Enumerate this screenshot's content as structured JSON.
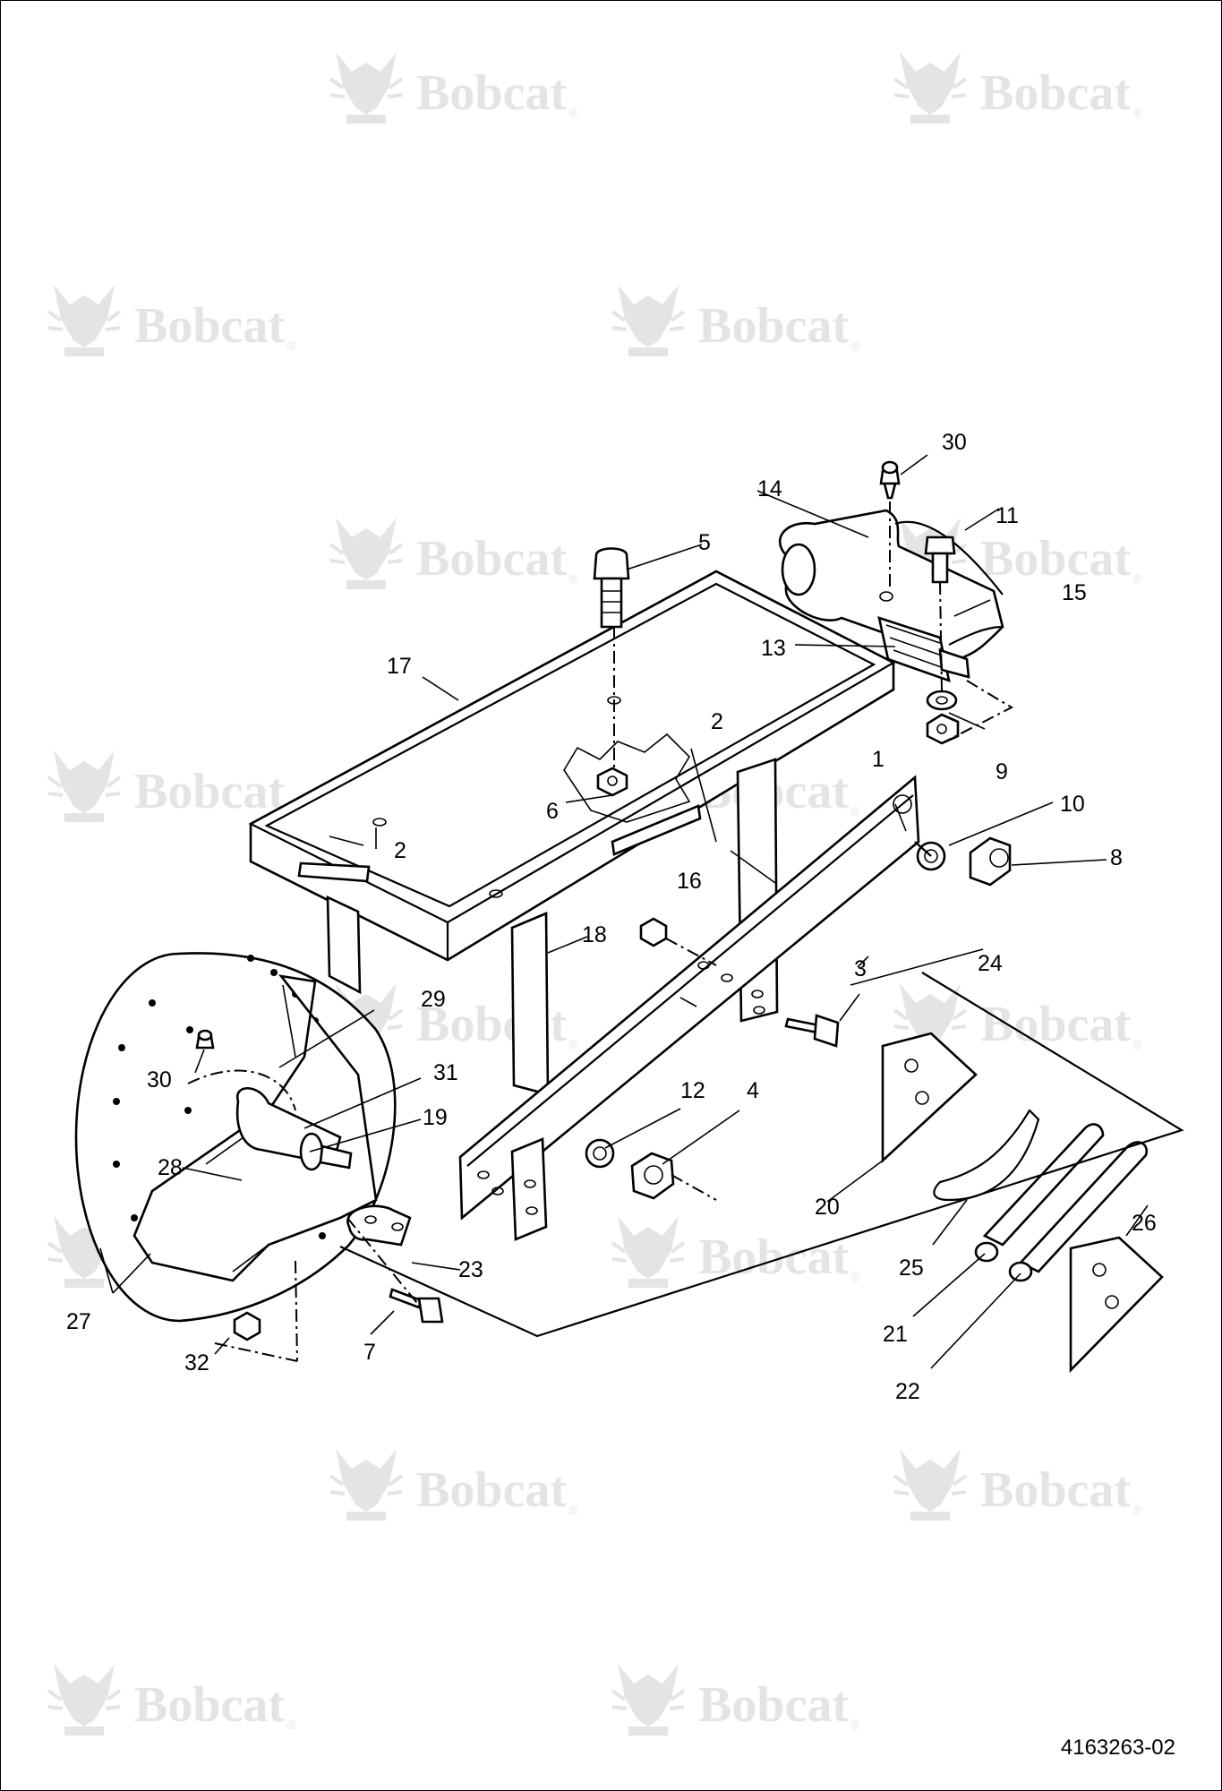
{
  "watermark": {
    "brand": "Bobcat",
    "reg": "®",
    "color": "#e4e4e4"
  },
  "document_number": "4163263-02",
  "icons": {
    "watermark": "bobcat-logo-icon"
  },
  "callouts": [
    {
      "id": "c1",
      "label": "1"
    },
    {
      "id": "c2a",
      "label": "2"
    },
    {
      "id": "c2b",
      "label": "2"
    },
    {
      "id": "c3",
      "label": "3"
    },
    {
      "id": "c4",
      "label": "4"
    },
    {
      "id": "c5",
      "label": "5"
    },
    {
      "id": "c6",
      "label": "6"
    },
    {
      "id": "c7",
      "label": "7"
    },
    {
      "id": "c8",
      "label": "8"
    },
    {
      "id": "c9",
      "label": "9"
    },
    {
      "id": "c10",
      "label": "10"
    },
    {
      "id": "c11",
      "label": "11"
    },
    {
      "id": "c12",
      "label": "12"
    },
    {
      "id": "c13",
      "label": "13"
    },
    {
      "id": "c14",
      "label": "14"
    },
    {
      "id": "c15",
      "label": "15"
    },
    {
      "id": "c16",
      "label": "16"
    },
    {
      "id": "c17",
      "label": "17"
    },
    {
      "id": "c18",
      "label": "18"
    },
    {
      "id": "c19",
      "label": "19"
    },
    {
      "id": "c20",
      "label": "20"
    },
    {
      "id": "c21",
      "label": "21"
    },
    {
      "id": "c22",
      "label": "22"
    },
    {
      "id": "c23",
      "label": "23"
    },
    {
      "id": "c24",
      "label": "24"
    },
    {
      "id": "c25",
      "label": "25"
    },
    {
      "id": "c26",
      "label": "26"
    },
    {
      "id": "c27",
      "label": "27"
    },
    {
      "id": "c28",
      "label": "28"
    },
    {
      "id": "c29",
      "label": "29"
    },
    {
      "id": "c30a",
      "label": "30"
    },
    {
      "id": "c30b",
      "label": "30"
    },
    {
      "id": "c31",
      "label": "31"
    },
    {
      "id": "c32",
      "label": "32"
    }
  ]
}
